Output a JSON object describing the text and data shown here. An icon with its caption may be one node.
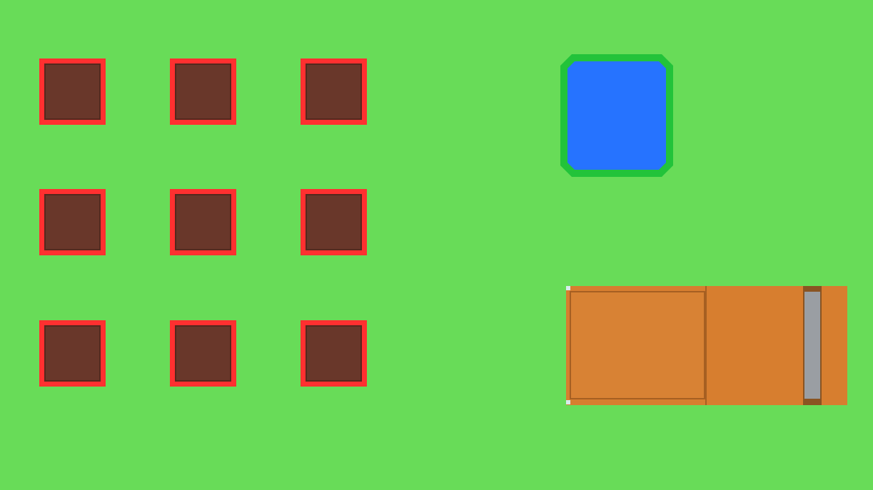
{
  "diagram": {
    "nodes": [
      {
        "text": [],
        "shape": "box"
      },
      {
        "text": [],
        "shape": "box"
      },
      {
        "text": [],
        "shape": "box"
      },
      {
        "text": [],
        "shape": "box"
      },
      {
        "text": [],
        "shape": "box"
      },
      {
        "text": [],
        "shape": "box"
      },
      {
        "text": [],
        "shape": "box"
      },
      {
        "text": [],
        "shape": "box"
      },
      {
        "text": [],
        "shape": "box"
      },
      {
        "text": [],
        "shape": "octagon"
      },
      {
        "text": [],
        "shape": "picture"
      }
    ]
  }
}
